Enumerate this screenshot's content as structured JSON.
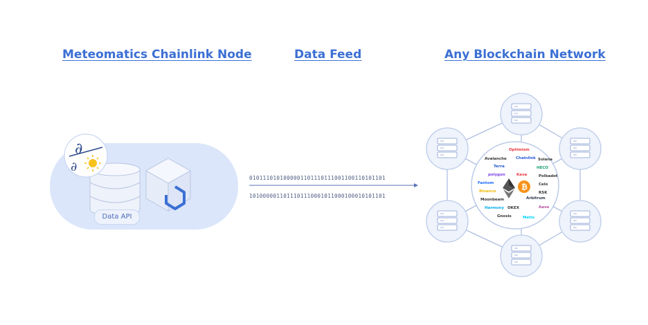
{
  "headings": {
    "node": "Meteomatics Chainlink Node",
    "feed": "Data Feed",
    "network": "Any Blockchain Network"
  },
  "feed": {
    "bits_line_1": "0101110101000001101110111001100110101101",
    "bits_line_2": "1010000011011101110001011000100010101101"
  },
  "node": {
    "data_api_label": "Data API"
  },
  "network": {
    "logos": [
      {
        "label": "Optimism",
        "color": "#e8363e"
      },
      {
        "label": "Avalanche",
        "color": "#333333"
      },
      {
        "label": "Chainlink",
        "color": "#2a5ada"
      },
      {
        "label": "Solana",
        "color": "#333333"
      },
      {
        "label": "Terra",
        "color": "#1f57c8"
      },
      {
        "label": "HECO",
        "color": "#1a9e6f"
      },
      {
        "label": "polygon",
        "color": "#7b3fe4"
      },
      {
        "label": "Kava",
        "color": "#e8363e"
      },
      {
        "label": "Polkadot",
        "color": "#333333"
      },
      {
        "label": "Fantom",
        "color": "#1969ff"
      },
      {
        "label": "Celo",
        "color": "#333333"
      },
      {
        "label": "Binance",
        "color": "#f0b90b"
      },
      {
        "label": "RSK",
        "color": "#333333"
      },
      {
        "label": "Moonbeam",
        "color": "#333333"
      },
      {
        "label": "Arbitrum",
        "color": "#2d374b"
      },
      {
        "label": "Harmony",
        "color": "#00aee9"
      },
      {
        "label": "OKEX",
        "color": "#333333"
      },
      {
        "label": "Aave",
        "color": "#b6509e"
      },
      {
        "label": "Gnosis",
        "color": "#333333"
      },
      {
        "label": "Metis",
        "color": "#00d2ff"
      }
    ]
  }
}
